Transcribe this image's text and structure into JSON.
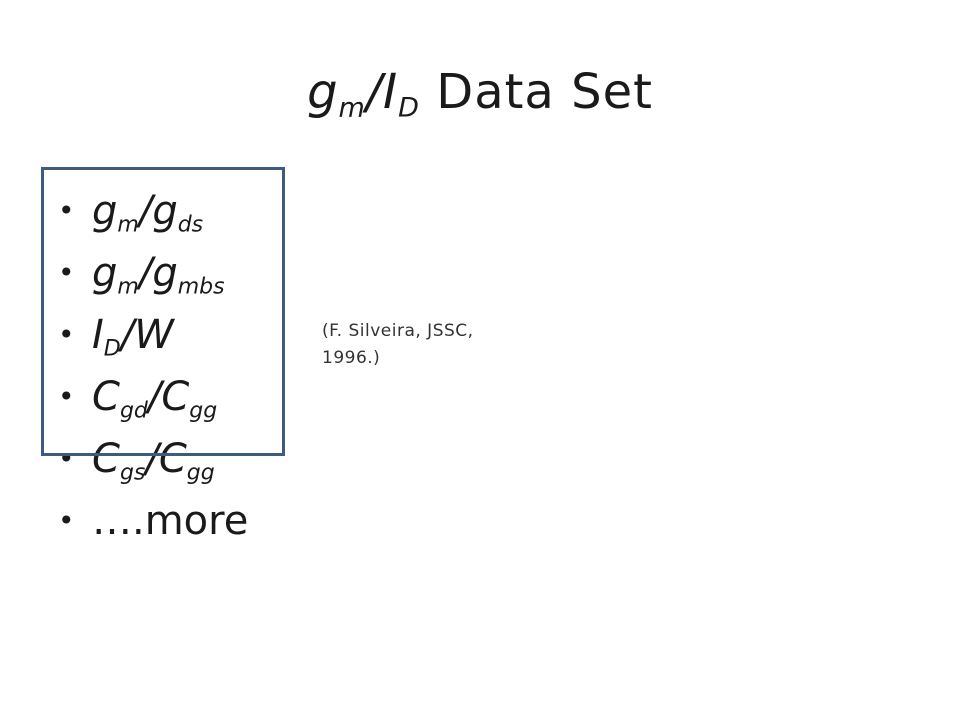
{
  "title": {
    "main": "g",
    "main_sub": "m",
    "slash": "/",
    "divisor": "I",
    "divisor_sub": "D",
    "rest": " Data Set"
  },
  "bullets": [
    {
      "base": "g",
      "sub": "m",
      "slash": "/",
      "base2": "g",
      "sub2": "ds"
    },
    {
      "base": "g",
      "sub": "m",
      "slash": "/",
      "base2": "g",
      "sub2": "mbs"
    },
    {
      "base": "I",
      "sub": "D",
      "slash": "/",
      "base2": "W",
      "sub2": ""
    },
    {
      "base": "C",
      "sub": "gd",
      "slash": "/",
      "base2": "C",
      "sub2": "gg"
    },
    {
      "base": "C",
      "sub": "gs",
      "slash": "/",
      "base2": "C",
      "sub2": "gg"
    },
    {
      "text": "….more"
    }
  ],
  "bullet_glyph": "•",
  "citation": "(F. Silveira, JSSC, 1996.)",
  "colors": {
    "box_border": "#3d5a80",
    "text": "#1a1a1a"
  }
}
